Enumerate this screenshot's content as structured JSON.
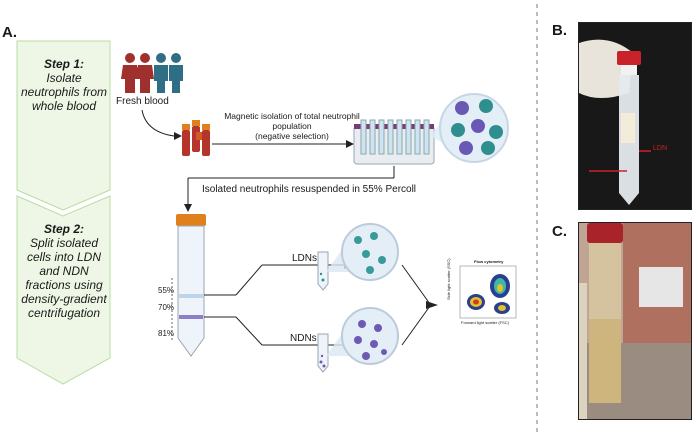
{
  "panels": {
    "a": "A.",
    "b": "B.",
    "c": "C."
  },
  "step1": {
    "title": "Step 1:",
    "body": "Isolate neutrophils from whole blood"
  },
  "step2": {
    "title": "Step 2:",
    "body": "Split isolated cells into LDN and NDN fractions using density-gradient centrifugation"
  },
  "labels": {
    "fresh_blood": "Fresh blood",
    "magnetic": "Magnetic isolation of total neutrophil population",
    "negative": "(negative selection)",
    "resuspended": "Isolated neutrophils resuspended in 55% Percoll",
    "ldns": "LDNs",
    "ndns": "NDNs"
  },
  "percentages": [
    "55%",
    "70%",
    "81%"
  ],
  "flow": {
    "title": "Flow cytometry",
    "xlabel": "Forward light scatter (FSC)",
    "ylabel": "Side light scatter (SSC)"
  },
  "photo_b": {
    "tube_label": "LDN"
  },
  "colors": {
    "step_fill": "#eef7e6",
    "step_border": "#b9dca1",
    "blood": "#b5342c",
    "cap": "#e0801c",
    "ldn_cell": "#3a9a9a",
    "ndn_cell": "#6e59b5"
  }
}
